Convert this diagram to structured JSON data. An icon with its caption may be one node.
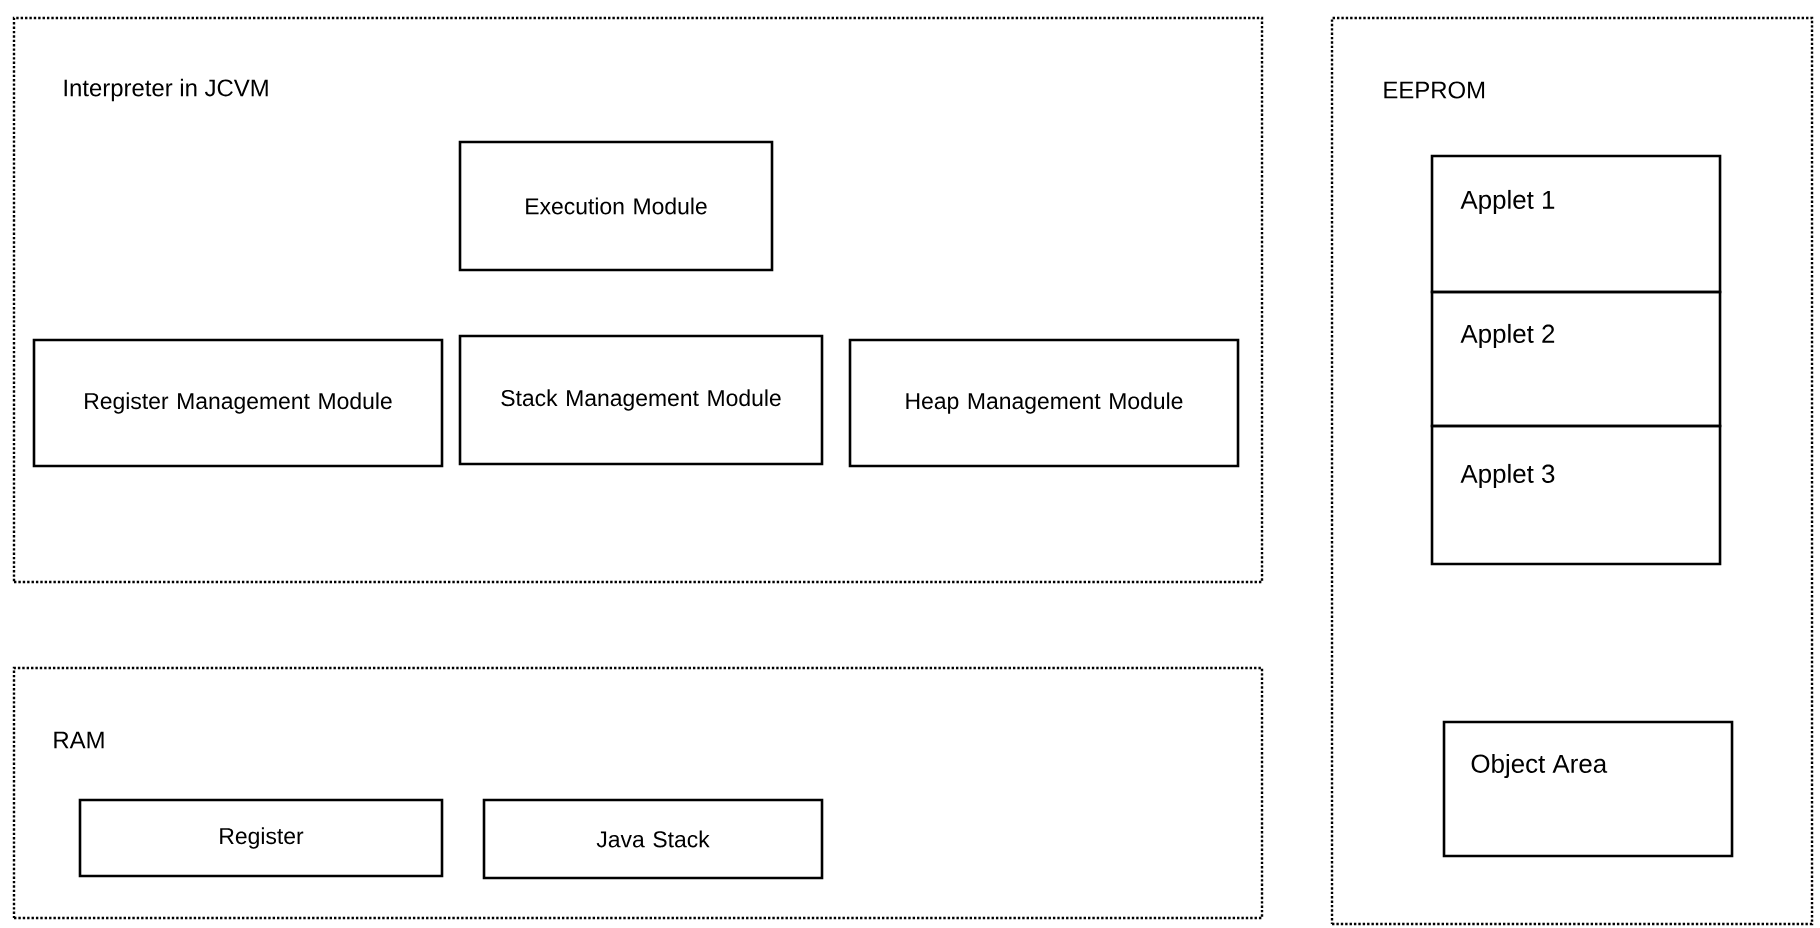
{
  "diagram": {
    "nodes": [
      {
        "text": [
          "Interpreter in JCVM"
        ]
      },
      {
        "text": [
          "Execution Module"
        ],
        "in": 0
      },
      {
        "text": [
          "Register Management Module"
        ],
        "in": 0
      },
      {
        "text": [
          "Stack Management Module"
        ],
        "in": 0
      },
      {
        "text": [
          "Heap Management Module"
        ],
        "in": 0
      },
      {
        "text": [
          "RAM"
        ]
      },
      {
        "text": [
          "Register"
        ],
        "in": 5
      },
      {
        "text": [
          "Java Stack"
        ],
        "in": 5
      },
      {
        "text": [
          "EEPROM"
        ]
      },
      {
        "text": [
          "Applet 1"
        ],
        "in": 8
      },
      {
        "text": [
          "Applet 2"
        ],
        "in": 8
      },
      {
        "text": [
          "Applet 3"
        ],
        "in": 8
      },
      {
        "text": [
          "Object Area"
        ],
        "in": 8
      }
    ]
  }
}
